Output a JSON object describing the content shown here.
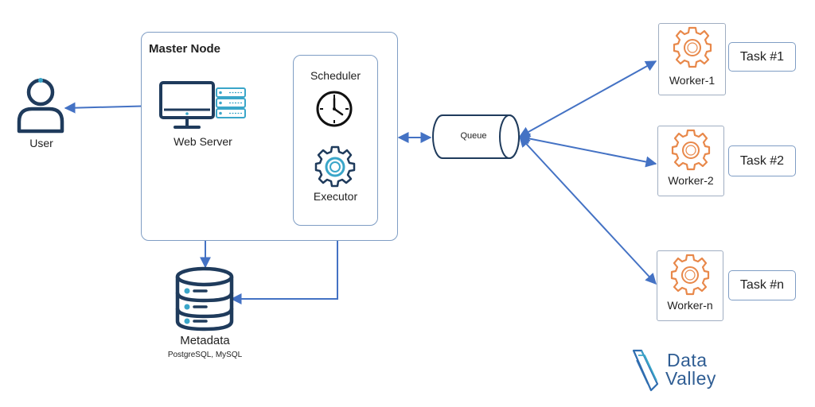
{
  "colors": {
    "arrow": "#4472c4",
    "icon_dark": "#1f3b5c",
    "icon_teal": "#3aa6c9",
    "worker_orange": "#e8884a",
    "box_border": "#7f9dc4"
  },
  "user": {
    "label": "User",
    "icon": "user-icon"
  },
  "master": {
    "title": "Master Node"
  },
  "web_server": {
    "label": "Web Server",
    "icon": "monitor-server-icon"
  },
  "scheduler": {
    "label": "Scheduler",
    "icon": "clock-icon"
  },
  "executor": {
    "label": "Executor",
    "icon": "gear-icon"
  },
  "queue": {
    "label": "Queue",
    "icon": "cylinder-icon"
  },
  "metadata": {
    "label": "Metadata",
    "sublabel": "PostgreSQL, MySQL",
    "icon": "database-icon"
  },
  "workers": [
    {
      "label": "Worker-1",
      "task": "Task #1",
      "icon": "gear-icon"
    },
    {
      "label": "Worker-2",
      "task": "Task #2",
      "icon": "gear-icon"
    },
    {
      "label": "Worker-n",
      "task": "Task #n",
      "icon": "gear-icon"
    }
  ],
  "logo": {
    "line1": "Data",
    "line2": "Valley",
    "icon": "datavalley-logo-icon"
  }
}
